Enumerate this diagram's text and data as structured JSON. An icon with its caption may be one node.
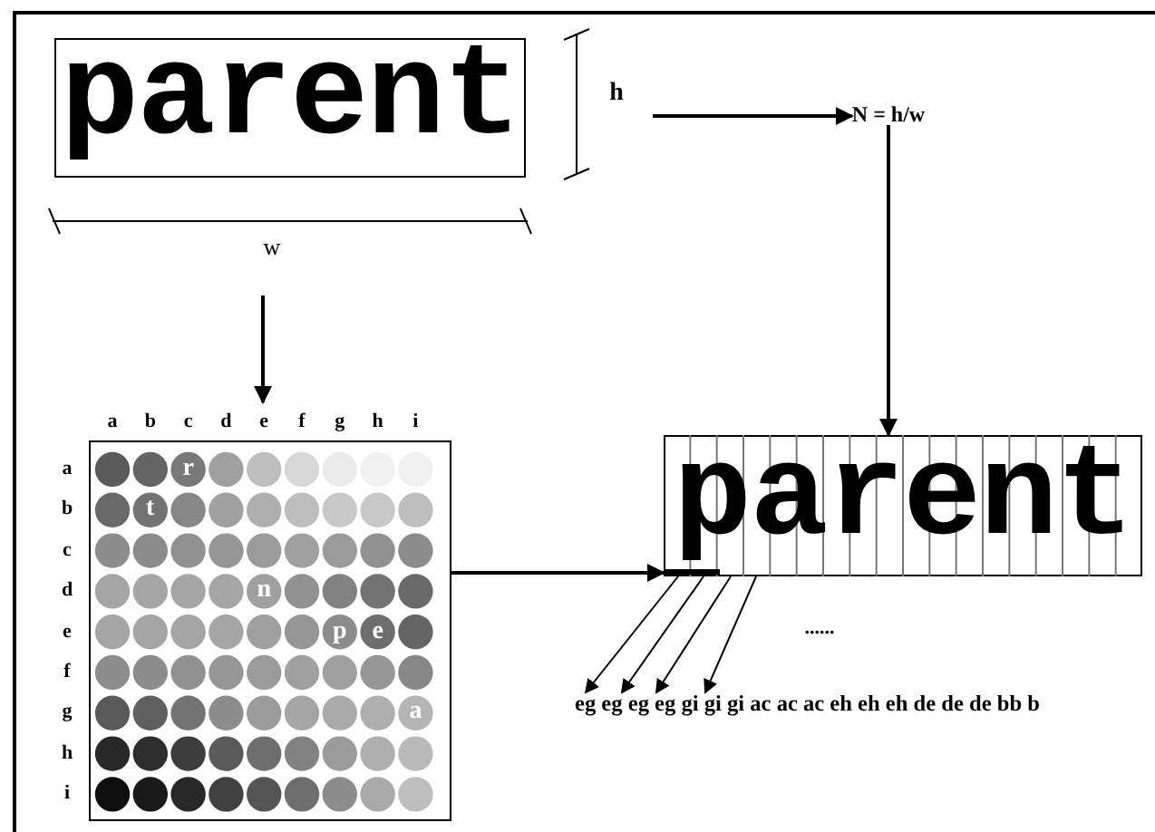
{
  "diagram": {
    "nodes": [
      {
        "text": [
          "parent"
        ]
      },
      {
        "text": [
          "N = h/w"
        ]
      },
      {
        "text": [],
        "shape": "box",
        "beside": [
          "a",
          "b",
          "c",
          "d",
          "e",
          "f",
          "g",
          "h",
          "i",
          "a",
          "b",
          "c",
          "d",
          "e",
          "f",
          "g",
          "h",
          "i"
        ]
      },
      {
        "text": [
          "parent"
        ]
      },
      {
        "text": [
          "eg eg eg eg gi gi gi ac ac ac eh eh eh de de de bb b"
        ]
      }
    ],
    "edges": [
      {
        "from": null,
        "to": 1,
        "arrow": "to"
      },
      {
        "from": 1,
        "to": 3,
        "arrow": "to"
      },
      {
        "from": null,
        "to": 2,
        "arrow": "to"
      },
      {
        "from": 2,
        "to": 3,
        "arrow": "to"
      },
      {
        "from": 3,
        "to": 4,
        "arrow": "to"
      },
      {
        "from": 3,
        "to": 4,
        "arrow": "to"
      },
      {
        "from": 3,
        "to": 4,
        "arrow": "to"
      },
      {
        "from": 3,
        "to": 4,
        "arrow": "to"
      }
    ],
    "labels": [
      "h",
      "w",
      "r",
      "t",
      "n",
      "p",
      "e",
      "a",
      "......"
    ]
  }
}
